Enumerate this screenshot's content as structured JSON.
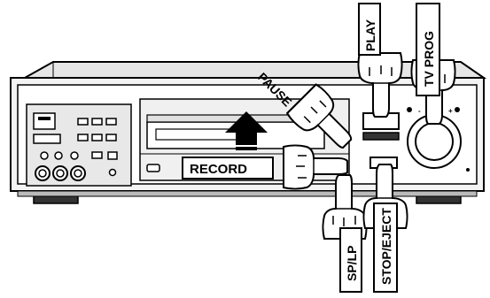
{
  "labels": {
    "play": "PLAY",
    "tv_prog": "TV PROG",
    "pause": "PAUSE",
    "record": "RECORD",
    "sp_lp": "SP/LP",
    "stop_eject": "STOP/EJECT"
  },
  "colors": {
    "ink": "#000000",
    "paper": "#ffffff",
    "body": "#f2f2f2",
    "panel": "#d8d8d8",
    "shadow": "#9a9a9a"
  },
  "icons": {
    "hand": "pointing-hand-icon",
    "insert": "insert-arrow-icon",
    "knob": "rotary-knob-icon",
    "jack": "av-jack-icon"
  }
}
